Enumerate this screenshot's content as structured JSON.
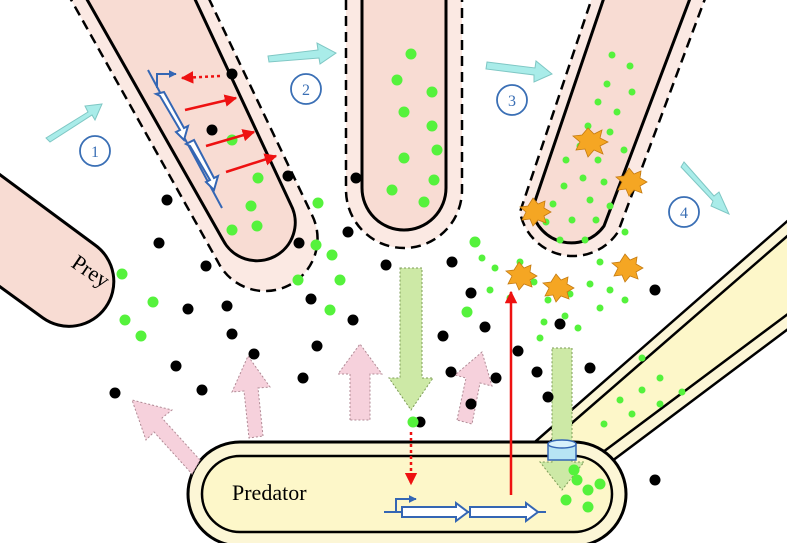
{
  "labels": {
    "prey": "Prey",
    "predator": "Predator"
  },
  "steps": [
    "1",
    "2",
    "3",
    "4"
  ],
  "colors": {
    "prey_fill": "#f8dcd3",
    "prey_outer_fill": "#fbe9e3",
    "predator_fill": "#fdf7c9",
    "predator_outer_fill": "#fcf6d6",
    "outline": "#000000",
    "green_signal": "#55f23c",
    "black_molecule": "#000000",
    "red_arrow": "#ee1111",
    "step_arrow": "#a9ece9",
    "step_circle": "#3a6fb5",
    "gene_arrow": "#3466b4",
    "pink_arrow": "#f6d1dc",
    "green_arrow": "#cde9a6",
    "burst": "#f5a623"
  },
  "icons": {
    "step_arrow": "cyan-arrow-icon",
    "burst": "orange-burst-icon",
    "promoter": "promoter-icon",
    "gene": "gene-arrow-icon",
    "transporter": "transporter-icon"
  }
}
